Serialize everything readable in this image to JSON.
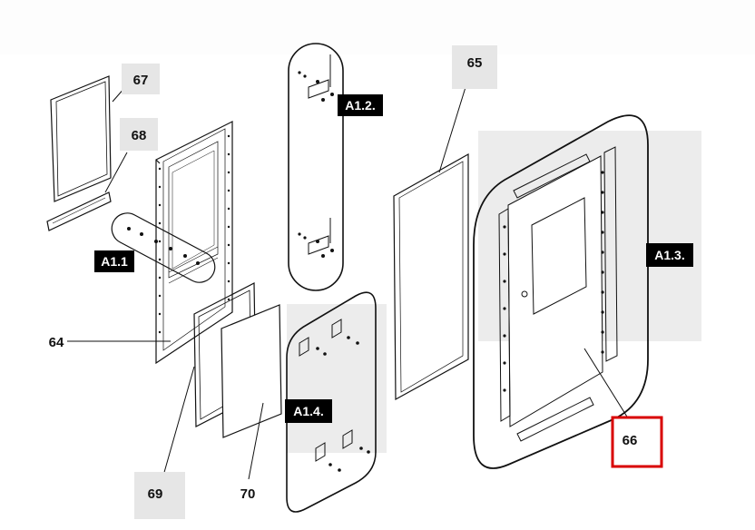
{
  "diagram": {
    "part_labels": {
      "p64": "64",
      "p65": "65",
      "p66": "66",
      "p67": "67",
      "p68": "68",
      "p69": "69",
      "p70": "70"
    },
    "group_labels": {
      "a11": "A1.1",
      "a12": "A1.2.",
      "a13": "A1.3.",
      "a14": "A1.4."
    },
    "highlighted_part": "66",
    "colors": {
      "highlight": "#d90000",
      "label_bg": "#e6e6e6",
      "group_bg": "#000000",
      "zoom_bg": "#ececec",
      "line": "#111111"
    }
  }
}
